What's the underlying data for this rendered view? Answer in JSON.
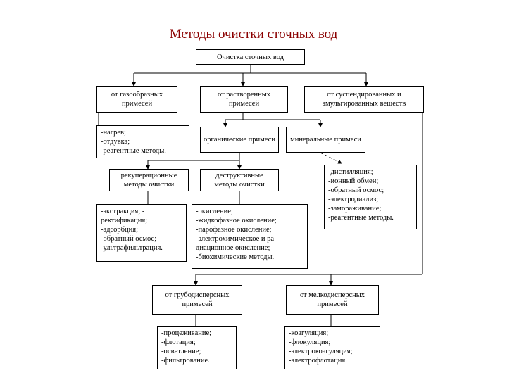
{
  "title": "Методы очистки сточных вод",
  "root": "Очистка сточных вод",
  "categories": [
    "от газообразных примесей",
    "от растворенных примесей",
    "от суспендированных и эмульгированных веществ"
  ],
  "gas_methods": [
    "-нагрев;",
    "-отдувка;",
    "-реагентные методы."
  ],
  "organic": "органические примеси",
  "mineral": "минеральные примеси",
  "recuperative": "рекуперационные методы очистки",
  "destructive": "деструктивные методы очистки",
  "mineral_methods": [
    "-дистилляция;",
    "-ионный обмен;",
    "-обратный осмос;",
    "-электродиализ;",
    "-замораживание;",
    "-реагентные методы."
  ],
  "recuperative_methods": [
    "-экстракция; -",
    "ректификация;",
    "-адсорбция;",
    "-обратный осмос;",
    "-ультрафильтрация."
  ],
  "destructive_methods": [
    "-окисление;",
    "-жидкофазное окисление;",
    "-парофазное окисление;",
    "-электрохимическое и ра-",
    "диационное окисление;",
    "-биохимические методы."
  ],
  "coarse": "от грубодисперсных примесей",
  "fine": "от мелкодисперсных примесей",
  "coarse_methods": [
    "-процеживание;",
    "-флотация;",
    "-осветление;",
    "-фильтрование."
  ],
  "fine_methods": [
    "-коагуляция;",
    "-флокуляция;",
    "-электрокоагуляция;",
    "-электрофлотация."
  ]
}
